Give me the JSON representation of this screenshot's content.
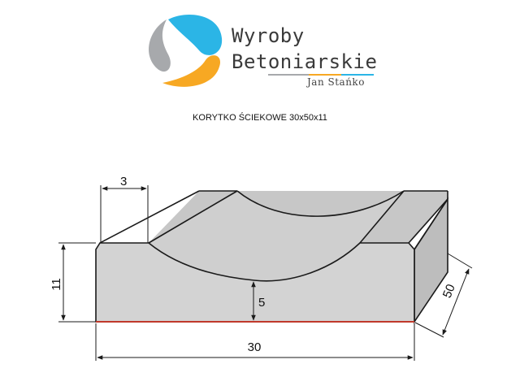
{
  "logo": {
    "line1": "Wyroby",
    "line2": "Betoniarskie",
    "subtitle": "Jan Stańko",
    "colors": {
      "blue": "#2bb5e6",
      "orange": "#f7a823",
      "gray": "#a7a9ac"
    }
  },
  "product": {
    "title": "KORYTKO ŚCIEKOWE 30x50x11"
  },
  "dimensions": {
    "width": "30",
    "height": "11",
    "depth": "50",
    "channel_depth": "5",
    "edge_width": "3"
  },
  "colors": {
    "face": "#d1d1d1",
    "top": "#c6c6c6",
    "bottom_edge": "#c0392b",
    "line": "#1a1a1a"
  }
}
